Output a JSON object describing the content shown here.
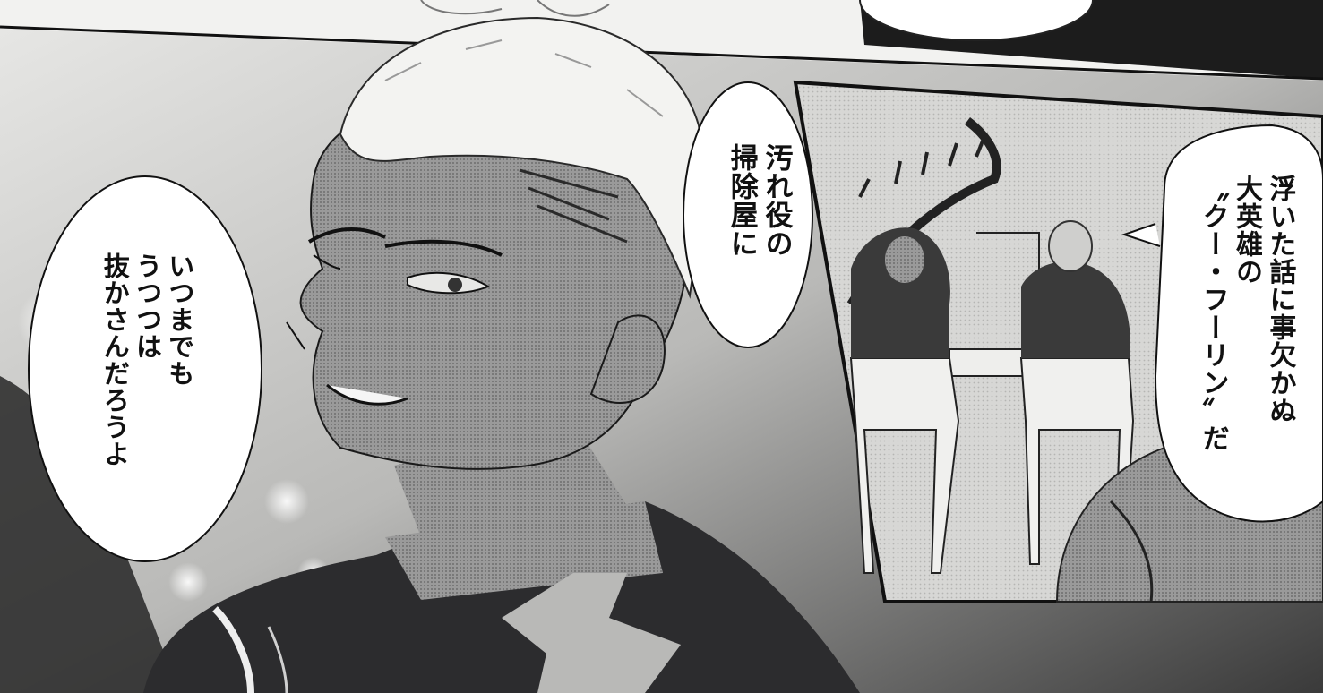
{
  "bubbles": {
    "center_top": [
      "汚れ役の",
      "掃除屋に"
    ],
    "right_panel": [
      "浮いた話に事欠かぬ",
      "大英雄の",
      "〝クー・フーリン〟だ"
    ],
    "left": [
      "いつまでも",
      "うつつは",
      "抜かさんだろうよ"
    ]
  }
}
